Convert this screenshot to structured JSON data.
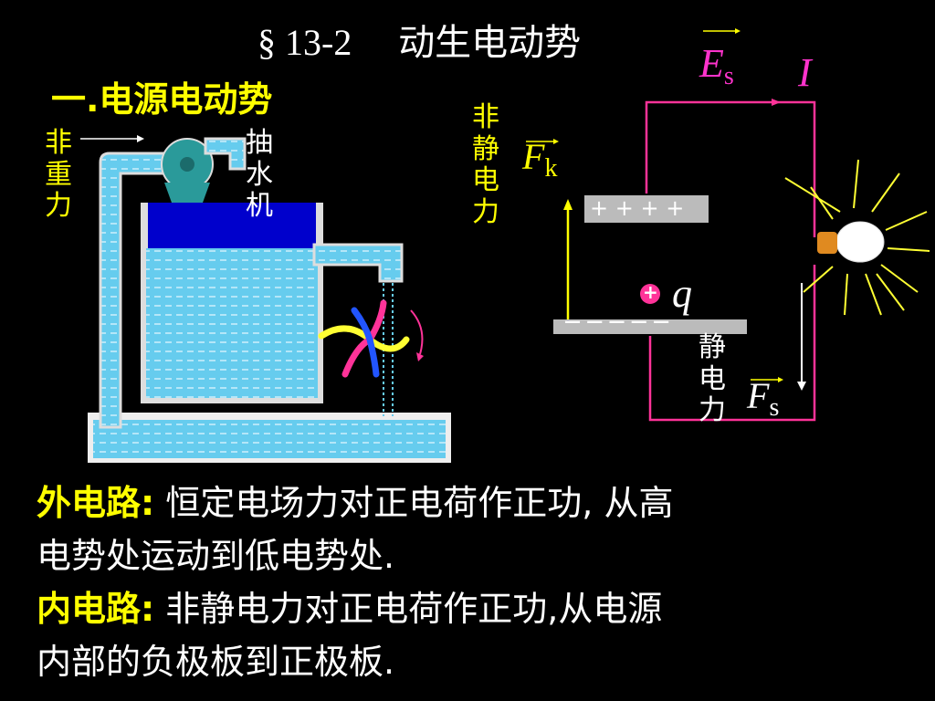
{
  "title": {
    "section": "§ 13-2",
    "text": "动生电动势"
  },
  "heading": "一.电源电动势",
  "left_diagram": {
    "nonweight_label": [
      "非",
      "重",
      "力"
    ],
    "pump_label": [
      "抽",
      "水",
      "机"
    ]
  },
  "right_diagram": {
    "nonstatic_label": [
      "非",
      "静",
      "电",
      "力"
    ],
    "static_label": [
      "静",
      "电",
      "力"
    ],
    "fk": {
      "symbol": "F",
      "sub": "k"
    },
    "fs": {
      "symbol": "F",
      "sub": "s"
    },
    "es": {
      "symbol": "E",
      "sub": "s"
    },
    "current": "I",
    "charge": "q",
    "plus_sign": "+",
    "positive_plate": "+ + + +",
    "negative_plate": "— — — — —"
  },
  "external_circuit": {
    "label": "外电路:",
    "text": " 恒定电场力对正电荷作正功, 从高",
    "text2": "电势处运动到低电势处."
  },
  "internal_circuit": {
    "label": "内电路:",
    "text": " 非静电力对正电荷作正功,从电源",
    "text2": "内部的负极板到正极板."
  },
  "colors": {
    "background": "#000000",
    "accent": "#ffff00",
    "circuit": "#ff3399",
    "water": "#55ccee"
  }
}
